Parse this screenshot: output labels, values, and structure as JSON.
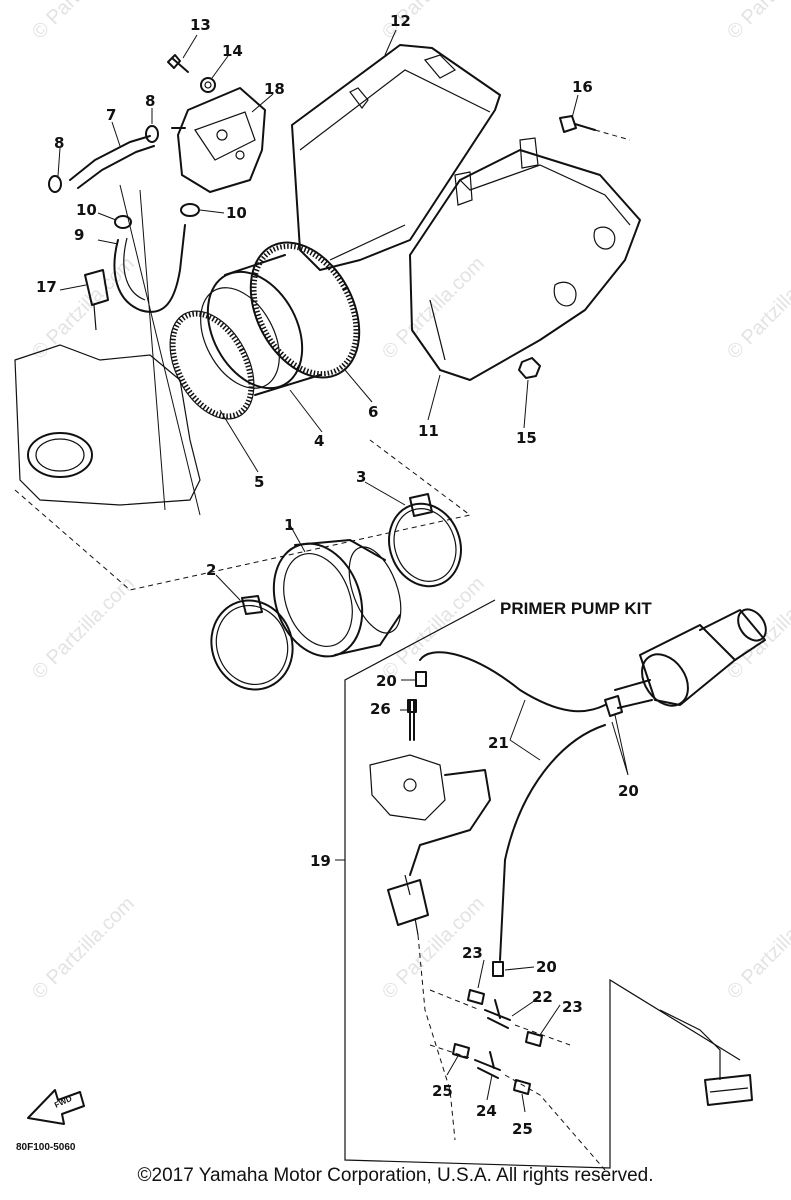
{
  "watermark": "© Partzilla.com",
  "kit": {
    "title": "PRIMER PUMP KIT"
  },
  "diagram_code": "80F100-5060",
  "forward_label": "FWD",
  "copyright": "©2017  Yamaha Motor Corporation, U.S.A. All rights reserved.",
  "callouts": {
    "c1": "1",
    "c2": "2",
    "c3": "3",
    "c4": "4",
    "c5": "5",
    "c6": "6",
    "c7": "7",
    "c8a": "8",
    "c8b": "8",
    "c9": "9",
    "c10a": "10",
    "c10b": "10",
    "c11": "11",
    "c12": "12",
    "c13": "13",
    "c14": "14",
    "c15": "15",
    "c16": "16",
    "c17": "17",
    "c18": "18",
    "c19": "19",
    "c20a": "20",
    "c20b": "20",
    "c20c": "20",
    "c21": "21",
    "c22": "22",
    "c23a": "23",
    "c23b": "23",
    "c24": "24",
    "c25a": "25",
    "c25b": "25",
    "c26": "26"
  }
}
